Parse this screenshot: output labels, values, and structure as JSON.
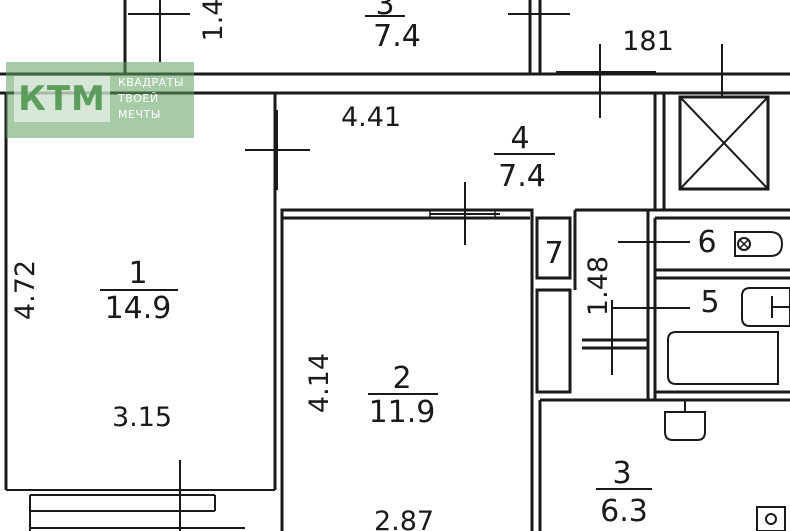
{
  "logo": {
    "letters": "КТМ",
    "tagline": [
      "КВАДРАТЫ",
      "ТВОЕЙ",
      "МЕЧТЫ"
    ]
  },
  "rooms": [
    {
      "id": "room-1",
      "number": "1",
      "area": "14.9"
    },
    {
      "id": "room-2",
      "number": "2",
      "area": "11.9"
    },
    {
      "id": "room-3",
      "number": "3",
      "area": "6.3"
    },
    {
      "id": "room-4",
      "number": "4",
      "area": "7.4"
    },
    {
      "id": "room-5",
      "number": "5",
      "area": ""
    },
    {
      "id": "room-6",
      "number": "6",
      "area": ""
    },
    {
      "id": "room-7",
      "number": "7",
      "area": ""
    }
  ],
  "top_room": {
    "number": "3",
    "area": "7.4"
  },
  "dimensions": {
    "top_left_vertical": "1.4",
    "corridor_length": "4.41",
    "top_right": "181",
    "room1_height": "4.72",
    "room1_width": "3.15",
    "room2_height": "4.14",
    "room2_width": "2.87",
    "closet_height": "1.48"
  }
}
